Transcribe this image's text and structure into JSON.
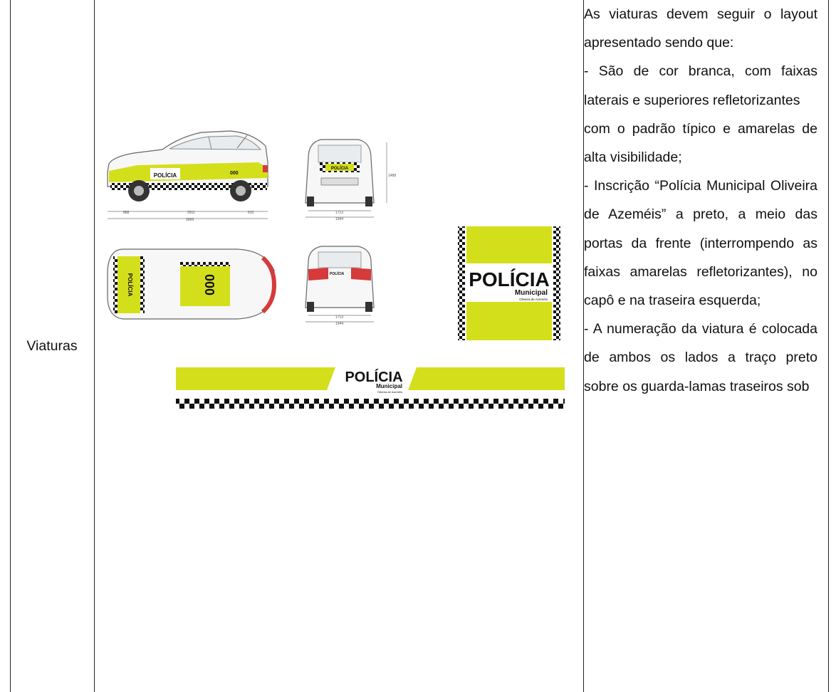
{
  "row_label": "Viaturas",
  "description": [
    "As viaturas devem seguir o layout apresentado sendo que:",
    "- São de cor branca, com faixas laterais e superiores refletorizantes",
    "com o padrão típico e amarelas de alta visibilidade;",
    "- Inscrição “Polícia Municipal Oliveira de Azeméis” a preto, a meio das portas da frente (interrompendo as faixas amarelas refletorizantes), no capô e na traseira esquerda;",
    "- A numeração da viatura é colocada de ambos os lados a traço preto sobre os guarda-lamas traseiros sob"
  ],
  "drawing": {
    "logo_word": "POLÍCIA",
    "logo_sub": "Municipal",
    "logo_small": "Oliveira de Azeméis",
    "car_number": "000",
    "dim_side": [
      "888",
      "2511",
      "610",
      "3999"
    ],
    "dim_front": [
      "1713",
      "1944",
      "1488"
    ],
    "dim_rear": [
      "1713",
      "1944"
    ]
  },
  "colors": {
    "reflective_yellow": "#d4df1c",
    "line": "#222222",
    "light_red": "#d63a3a"
  }
}
